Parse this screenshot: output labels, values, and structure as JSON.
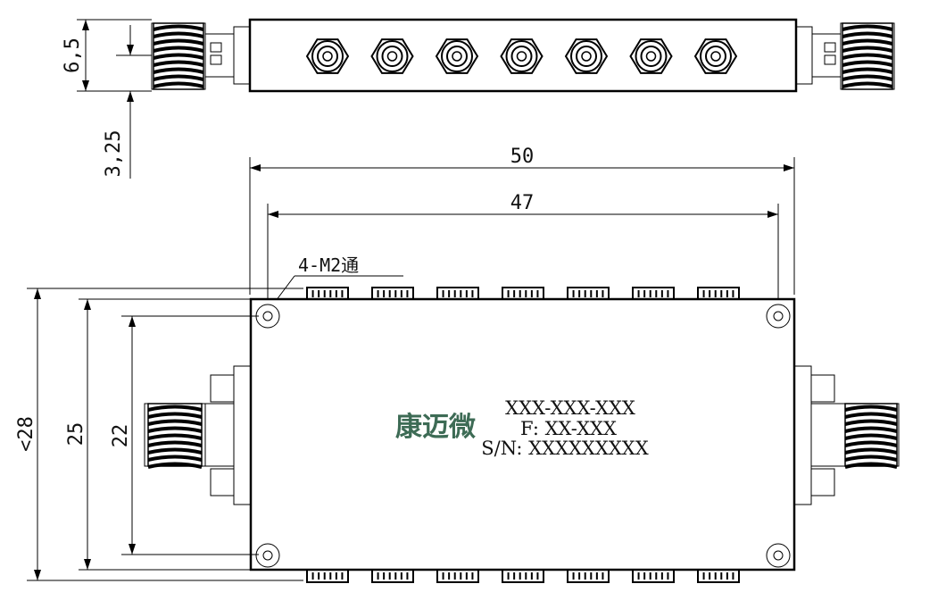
{
  "drawing": {
    "dimensions": {
      "top_height": "6,5",
      "top_offset": "3,25",
      "overall_length": "50",
      "hole_spacing_x": "47",
      "overall_height": "<28",
      "body_height": "25",
      "hole_spacing_y": "22"
    },
    "hole_callout": "4-M2通",
    "logo": {
      "text": "康迈微",
      "color": "#3d6b55"
    },
    "label": {
      "model": "XXX-XXX-XXX",
      "frequency": "F: XX-XXX",
      "serial": "S/N: XXXXXXXXX"
    },
    "tuning_screws_top_view": 7,
    "tuning_tabs_per_edge": 7
  }
}
